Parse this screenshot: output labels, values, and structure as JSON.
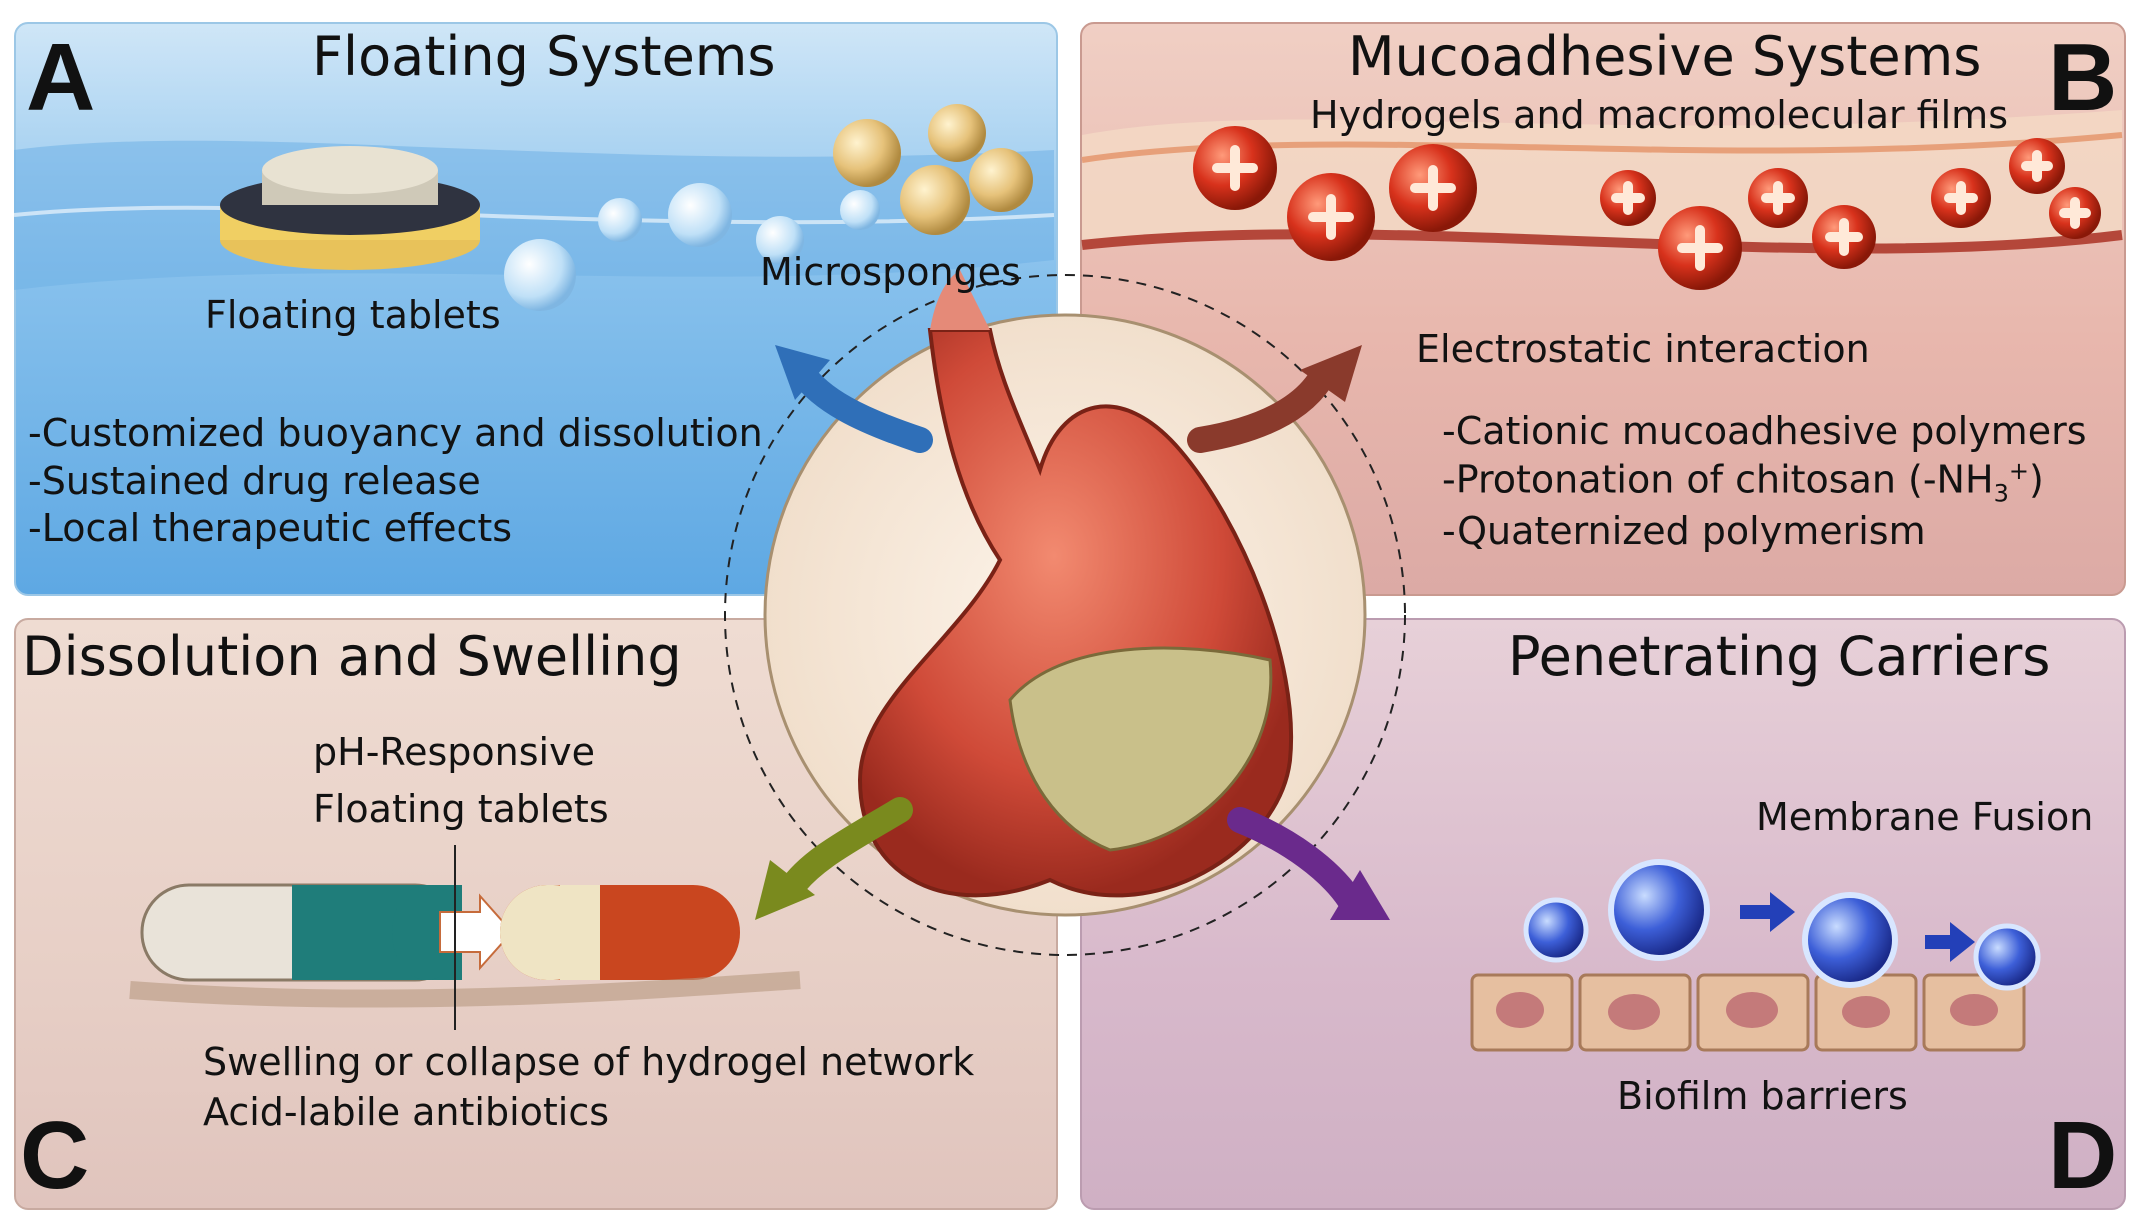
{
  "panel_a": {
    "letter": "A",
    "title": "Floating Systems",
    "labels": {
      "tablets": "Floating tablets",
      "microsponges": "Microsponges"
    },
    "bullets": [
      "-Customized buoyancy and dissolution",
      "-Sustained drug release",
      "-Local therapeutic effects"
    ]
  },
  "panel_b": {
    "letter": "B",
    "title": "Mucoadhesive Systems",
    "subtitle": "Hydrogels and macromolecular films",
    "label": "Electrostatic interaction",
    "bullets": [
      "-Cationic mucoadhesive polymers",
      "-Protonation of chitosan (-NH",
      "-Quaternized polymerism"
    ],
    "chem": {
      "sub": "3",
      "sup": "+",
      "close": ")"
    }
  },
  "panel_c": {
    "letter": "C",
    "title": "Dissolution and Swelling",
    "labels": {
      "ph_line1": "pH-Responsive",
      "ph_line2": "Floating tablets",
      "swelling": "Swelling or collapse of hydrogel network",
      "acid": "Acid-labile antibiotics"
    }
  },
  "panel_d": {
    "letter": "D",
    "title": "Penetrating Carriers",
    "labels": {
      "fusion": "Membrane Fusion",
      "biofilm": "Biofilm barriers"
    }
  },
  "colors": {
    "arrow_a": "#2f6fb8",
    "arrow_b": "#8a3a2c",
    "arrow_c": "#7a8a1e",
    "arrow_d": "#6a2a8c"
  }
}
